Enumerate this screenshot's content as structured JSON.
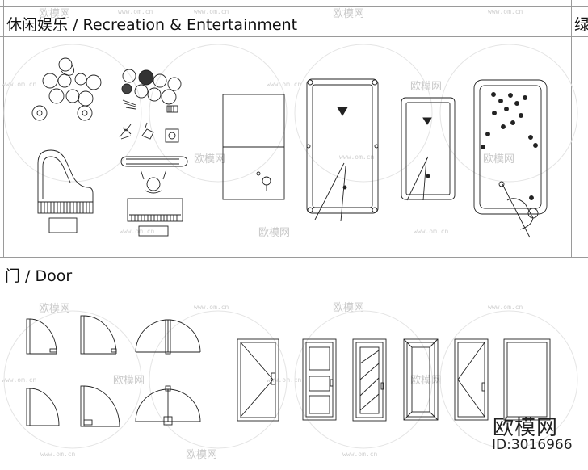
{
  "sections": {
    "recreation": {
      "title": "休闲娱乐 / Recreation & Entertainment"
    },
    "next_cut": {
      "title": "绿"
    },
    "door": {
      "title": "门 / Door"
    }
  },
  "watermark": {
    "brand_text": "欧模网",
    "id_text": "ID:3016966",
    "site_text": "www.om.cn",
    "logo_text": "欧模网"
  },
  "colors": {
    "line": "#222222",
    "grid": "#9a9a9a",
    "watermark": "#c9c9c9"
  }
}
